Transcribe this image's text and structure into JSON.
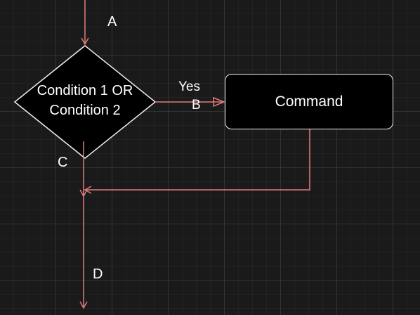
{
  "diagram": {
    "decision": {
      "line1": "Condition 1 OR",
      "line2": "Condition 2"
    },
    "command": {
      "label": "Command"
    },
    "edges": {
      "a": "A",
      "b": "B",
      "c": "C",
      "d": "D",
      "yes": "Yes"
    }
  },
  "colors": {
    "background": "#1a1a1a",
    "edge": "#e07a7a",
    "shape_stroke": "#f0f0f0",
    "text": "#ffffff"
  }
}
